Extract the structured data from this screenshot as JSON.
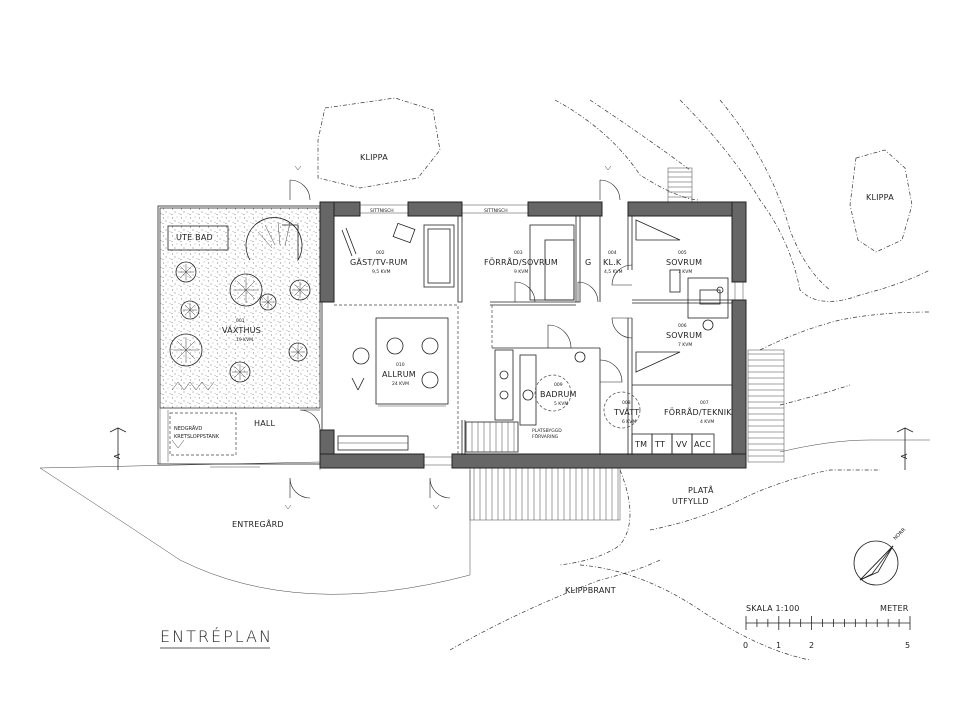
{
  "plan_title": "ENTRÉPLAN",
  "outdoor": {
    "klippa_1": "KLIPPA",
    "klippa_2": "KLIPPA",
    "entregard": "ENTREGÅRD",
    "klippbrant": "KLIPPBRANT",
    "plata_1": "PLATÅ",
    "plata_2": "UTFYLLD",
    "section_mark": "A"
  },
  "rooms": {
    "ute_bad": "UTE BAD",
    "vaxthus": {
      "num": "001",
      "name": "VÄXTHUS",
      "area": "19 KVM"
    },
    "gast_tv": {
      "num": "002",
      "name": "GÄST/TV-RUM",
      "area": "9,5 KVM"
    },
    "forrad_sovrum": {
      "num": "003",
      "name": "FÖRRÅD/SOVRUM",
      "area": "9 KVM"
    },
    "g": "G",
    "klk": {
      "num": "004",
      "name": "KL.K",
      "area": "4,5 KVM"
    },
    "sovrum_1": {
      "num": "005",
      "name": "SOVRUM",
      "area": "7 KVM"
    },
    "sovrum_2": {
      "num": "006",
      "name": "SOVRUM",
      "area": "7 KVM"
    },
    "allrum": {
      "num": "010",
      "name": "ALLRUM",
      "area": "24 KVM"
    },
    "hall": "HALL",
    "badrum": {
      "num": "009",
      "name": "BADRUM",
      "area": "5 KVM"
    },
    "tvatt": {
      "num": "008",
      "name": "TVÄTT",
      "area": "6 KVM"
    },
    "forrad_teknik": {
      "num": "007",
      "name": "FÖRRÅD/TEKNIK",
      "area": "4 KVM"
    },
    "tank_1": "NEDGRÄVD",
    "tank_2": "KRETSLOPPSTANK",
    "sittnisch_1": "SITTNISCH",
    "sittnisch_2": "SITTNISCH",
    "platsbygg_1": "PLATSBYGGD",
    "platsbygg_2": "FÖRVARING"
  },
  "utilities": [
    "TM",
    "TT",
    "VV",
    "ACC"
  ],
  "scale": {
    "label": "SKALA 1:100",
    "unit": "METER",
    "ticks": [
      "0",
      "1",
      "2",
      "5"
    ]
  },
  "north": "NORR"
}
